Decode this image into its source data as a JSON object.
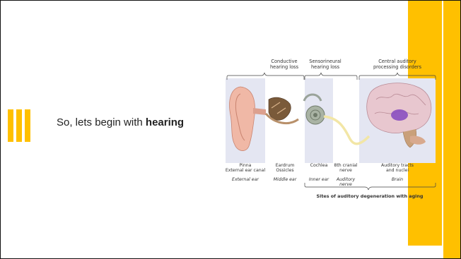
{
  "slide": {
    "heading_prefix": "So, lets begin with ",
    "heading_bold": "hearing"
  },
  "diagram": {
    "top_labels": {
      "conductive_l1": "Conductive",
      "conductive_l2": "hearing loss",
      "sensorineural_l1": "Sensorineural",
      "sensorineural_l2": "hearing loss",
      "central_l1": "Central auditory",
      "central_l2": "processing disorders"
    },
    "part_labels": {
      "pinna_l1": "Pinna",
      "pinna_l2": "External ear canal",
      "eardrum_l1": "Eardrum",
      "eardrum_l2": "Ossicles",
      "cochlea": "Cochlea",
      "nerve_l1": "8th cranial",
      "nerve_l2": "nerve",
      "tracts_l1": "Auditory tracts",
      "tracts_l2": "and nuclei"
    },
    "region_labels": {
      "external_ear": "External ear",
      "middle_ear": "Middle ear",
      "inner_ear": "Inner ear",
      "auditory_l1": "Auditory",
      "auditory_l2": "nerve",
      "brain": "Brain"
    },
    "bottom_label": "Sites of auditory degeneration with aging"
  },
  "colors": {
    "accent": "#ffc000",
    "panel": "#e4e6f2",
    "brain": "#e8c7cf",
    "brain_spot": "#8a4fc0"
  }
}
